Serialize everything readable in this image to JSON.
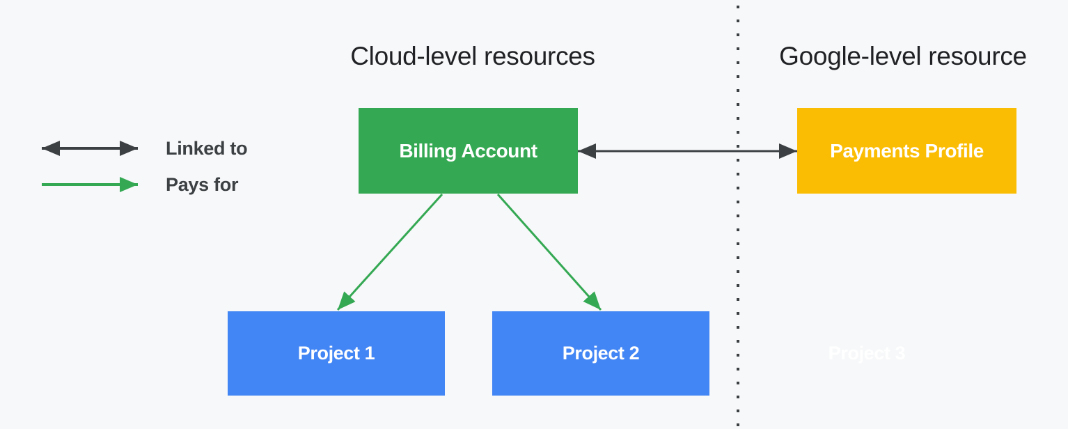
{
  "titles": {
    "left": "Cloud-level resources",
    "right": "Google-level resource"
  },
  "legend": {
    "linked_to": "Linked to",
    "pays_for": "Pays for"
  },
  "nodes": {
    "billing_account": "Billing Account",
    "payments_profile": "Payments Profile",
    "project_1": "Project 1",
    "project_2": "Project 2",
    "project_3": "Project 3"
  },
  "colors": {
    "background": "#f7f8f9",
    "billing_account_green": "#34a853",
    "payments_profile_yellow": "#fbbc04",
    "project_blue": "#4285f4",
    "linked_to_arrow_dark": "#3c4043",
    "pays_for_arrow_green": "#34a853",
    "divider_dark": "#3c4043",
    "title_text": "#202124",
    "node_text": "#ffffff"
  }
}
